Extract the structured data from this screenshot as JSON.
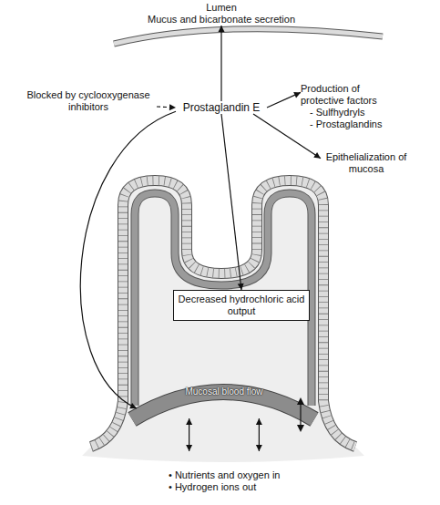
{
  "diagram": {
    "nodes": [
      {
        "text": [
          "Lumen",
          "Mucus and bicarbonate secretion"
        ]
      },
      {
        "text": [
          "Blocked by cyclooxygenase inhibitors"
        ]
      },
      {
        "text": [
          "Prostaglandin E"
        ]
      },
      {
        "text": [
          "Production of protective factors",
          "- Sulfhydryls",
          "- Prostaglandins"
        ]
      },
      {
        "text": [
          "Epithelialization of mucosa"
        ]
      },
      {
        "text": [
          "Decreased hydrochloric acid output"
        ]
      },
      {
        "text": [
          "Mucosal blood flow"
        ]
      },
      {
        "text": [
          "• Nutrients and oxygen in",
          "• Hydrogen ions out"
        ]
      }
    ],
    "edges": [
      {
        "from": 2,
        "to": 0,
        "arrow": "to"
      },
      {
        "from": 1,
        "to": 2,
        "arrow": "to"
      },
      {
        "from": 2,
        "to": 3,
        "arrow": "to"
      },
      {
        "from": 2,
        "to": 4,
        "arrow": "to"
      },
      {
        "from": 2,
        "to": 5,
        "arrow": "to"
      },
      {
        "from": 2,
        "to": 6,
        "arrow": "to"
      },
      {
        "from": 6,
        "to": 7,
        "arrow": "both"
      },
      {
        "from": 6,
        "to": 7,
        "arrow": "both"
      }
    ]
  }
}
